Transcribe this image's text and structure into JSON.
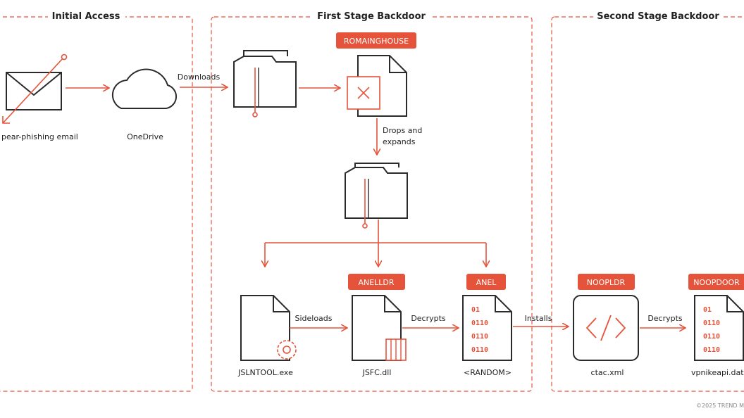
{
  "colors": {
    "accent": "#e5533b",
    "line": "#2b2b2b",
    "section_border": "#e5533b"
  },
  "sections": {
    "initial_access": "Initial Access",
    "first_stage": "First Stage Backdoor",
    "second_stage": "Second Stage Backdoor"
  },
  "nodes": {
    "email": {
      "label": "pear-phishing email",
      "icon": "envelope-icon"
    },
    "onedrive": {
      "label": "OneDrive",
      "icon": "cloud-icon"
    },
    "archive1": {
      "icon": "folder-zip-icon"
    },
    "romainghouse": {
      "tag": "ROMAINGHOUSE",
      "icon": "document-x-icon"
    },
    "archive2": {
      "icon": "folder-zip-icon"
    },
    "jslntool": {
      "label": "JSLNTOOL.exe",
      "icon": "document-gear-icon"
    },
    "jsfc": {
      "label": "JSFC.dll",
      "tag": "ANELLDR",
      "icon": "document-dll-icon"
    },
    "random": {
      "label": "<RANDOM>",
      "tag": "ANEL",
      "icon": "document-binary-icon"
    },
    "ctac": {
      "label": "ctac.xml",
      "tag": "NOOPLDR",
      "icon": "code-window-icon"
    },
    "vpnikeapi": {
      "label": "vpnikeapi.dat",
      "tag": "NOOPDOOR",
      "icon": "document-binary-icon"
    }
  },
  "edges": {
    "downloads": "Downloads",
    "drops_line1": "Drops and",
    "drops_line2": "expands",
    "sideloads": "Sideloads",
    "decrypts1": "Decrypts",
    "installs": "Installs",
    "decrypts2": "Decrypts"
  },
  "binary_rows": [
    "01",
    "0110",
    "0110",
    "0110"
  ],
  "copyright": "©2025 TREND M"
}
